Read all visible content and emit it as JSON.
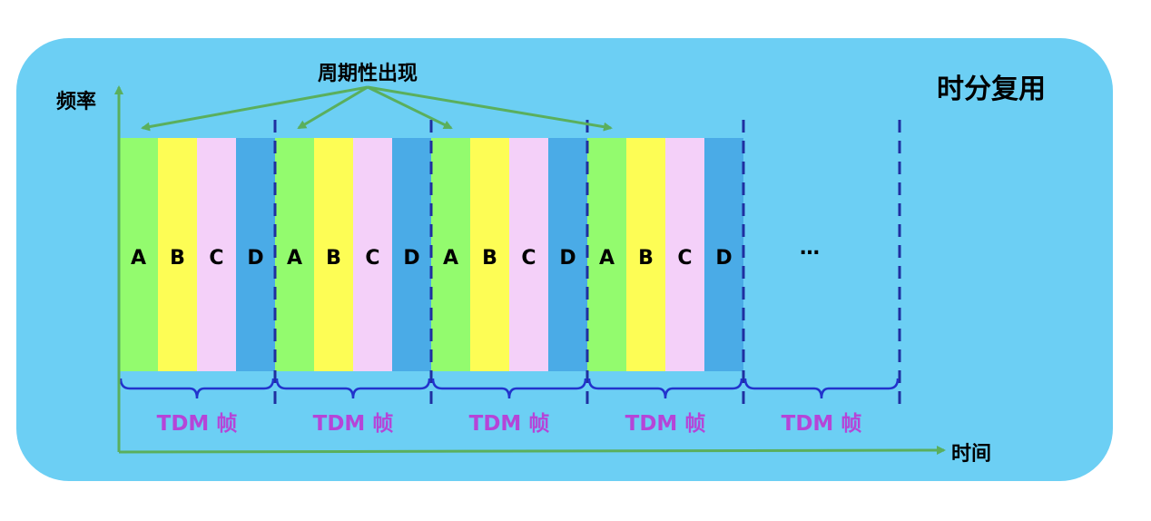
{
  "title": "时分复用",
  "y_axis_label": "频率",
  "x_axis_label": "时间",
  "annotation": "周期性出现",
  "ellipsis": "…",
  "channels": [
    {
      "label": "A",
      "color": "#93fb6e"
    },
    {
      "label": "B",
      "color": "#fdfd55"
    },
    {
      "label": "C",
      "color": "#f4d0f9"
    },
    {
      "label": "D",
      "color": "#4aabe7"
    }
  ],
  "frame_label": "TDM 帧",
  "filled_frames": 4,
  "total_frames": 5,
  "colors": {
    "background": "#6ccff4",
    "axis": "#5aaf5d",
    "annotation_arrow": "#5aaf5d",
    "divider": "#1f2fa0",
    "brace": "#2233cc",
    "frame_label": "#b545d8",
    "text": "#000000"
  }
}
